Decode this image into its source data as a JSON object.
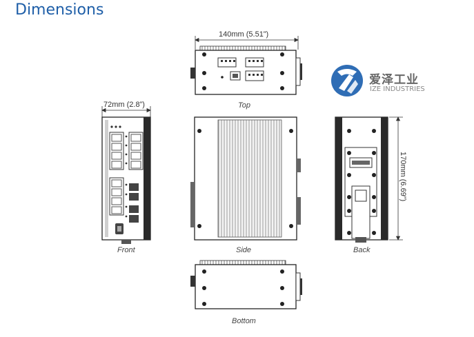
{
  "title": "Dimensions",
  "dimensions": {
    "width": "140mm (5.51”)",
    "depth": "72mm (2.8”)",
    "height": "170mm (6.69”)"
  },
  "views": {
    "top": "Top",
    "front": "Front",
    "side": "Side",
    "back": "Back",
    "bottom": "Bottom"
  },
  "logo": {
    "chinese": "爱泽工业",
    "english": "IZE INDUSTRIES",
    "color": "#2f6db5"
  }
}
